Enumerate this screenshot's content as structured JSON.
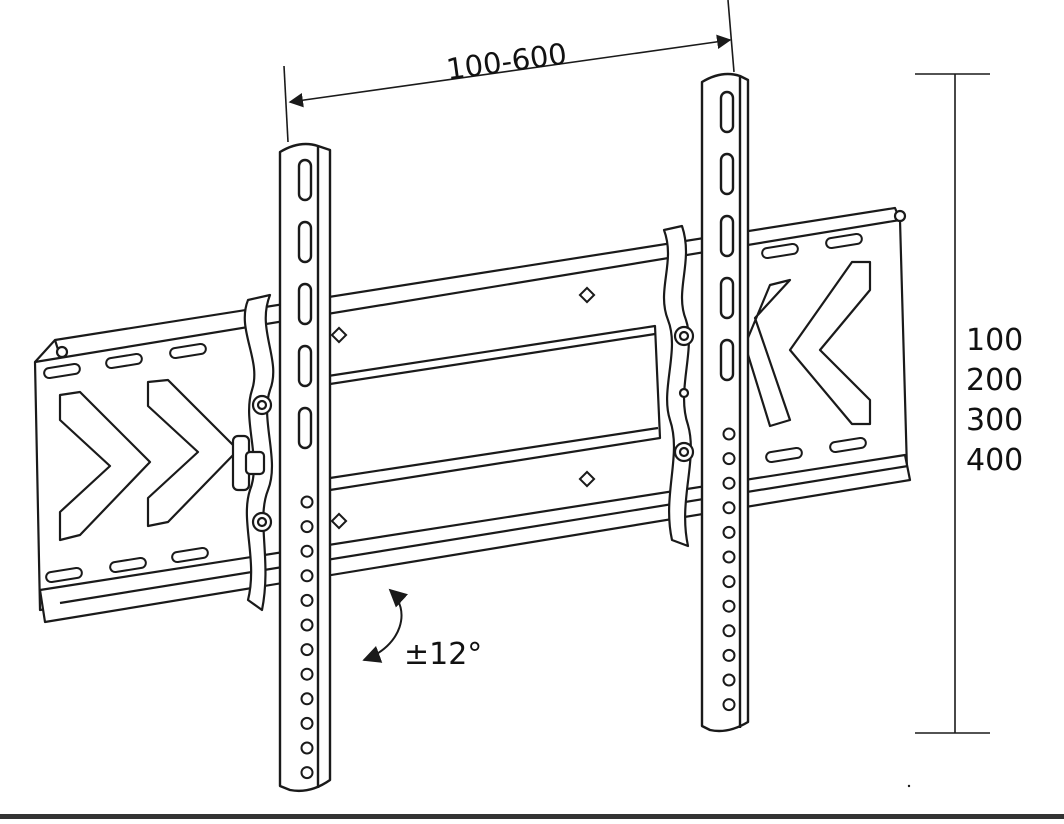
{
  "diagram": {
    "horizontal_dimension": "100-600",
    "vertical_dimensions": [
      "100",
      "200",
      "300",
      "400"
    ],
    "tilt_label": "±12°"
  },
  "colors": {
    "ink": "#1a1a1a",
    "paper": "#ffffff",
    "bottom_rule": "#333333"
  }
}
